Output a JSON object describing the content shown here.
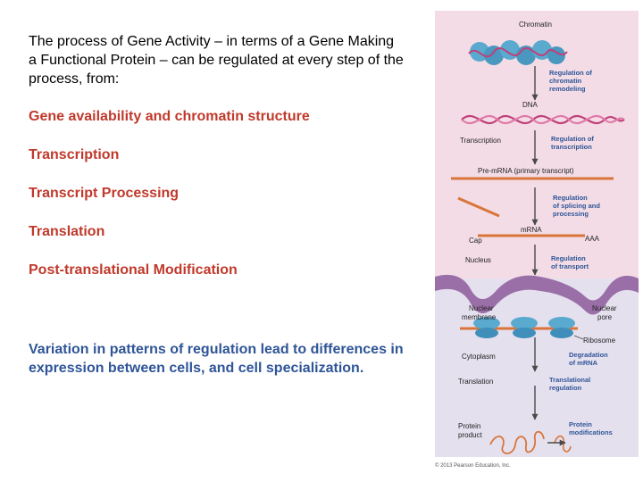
{
  "intro": "The process of Gene Activity – in terms of a Gene Making a Functional Protein – can be regulated at every step of the process, from:",
  "items": [
    "Gene availability and chromatin structure",
    "Transcription",
    "Transcript Processing",
    "Translation",
    "Post-translational Modification"
  ],
  "summary": "Variation in patterns of regulation lead to differences in expression between cells, and cell specialization.",
  "figure": {
    "labels": {
      "chromatin": "Chromatin",
      "dna": "DNA",
      "transcription": "Transcription",
      "pre_mrna": "Pre-mRNA (primary transcript)",
      "cap": "Cap",
      "mrna": "mRNA",
      "aaa": "AAA",
      "nucleus": "Nucleus",
      "nuclear_membrane_1": "Nuclear",
      "nuclear_membrane_2": "membrane",
      "nuclear_pore_1": "Nuclear",
      "nuclear_pore_2": "pore",
      "ribosome": "Ribosome",
      "cytoplasm": "Cytoplasm",
      "translation": "Translation",
      "protein_product_1": "Protein",
      "protein_product_2": "product"
    },
    "regulation": {
      "chromatin_1": "Regulation of",
      "chromatin_2": "chromatin",
      "chromatin_3": "remodeling",
      "transcription_1": "Regulation of",
      "transcription_2": "transcription",
      "splicing_1": "Regulation",
      "splicing_2": "of splicing and",
      "splicing_3": "processing",
      "transport_1": "Regulation",
      "transport_2": "of transport",
      "degradation_1": "Degradation",
      "degradation_2": "of mRNA",
      "translational_1": "Translational",
      "translational_2": "regulation",
      "protein_mod_1": "Protein",
      "protein_mod_2": "modifications"
    },
    "copyright": "© 2013 Pearson Education, Inc.",
    "colors": {
      "nucleus_bg": "#f3dce6",
      "cytoplasm_bg": "#e5e0ee",
      "membrane": "#9a6fa8",
      "regulation_text": "#2f5597",
      "arrow": "#4a4a4a",
      "dna": "#c0407a",
      "rna": "#d9753a",
      "ribosome": "#5aa9cf"
    }
  }
}
